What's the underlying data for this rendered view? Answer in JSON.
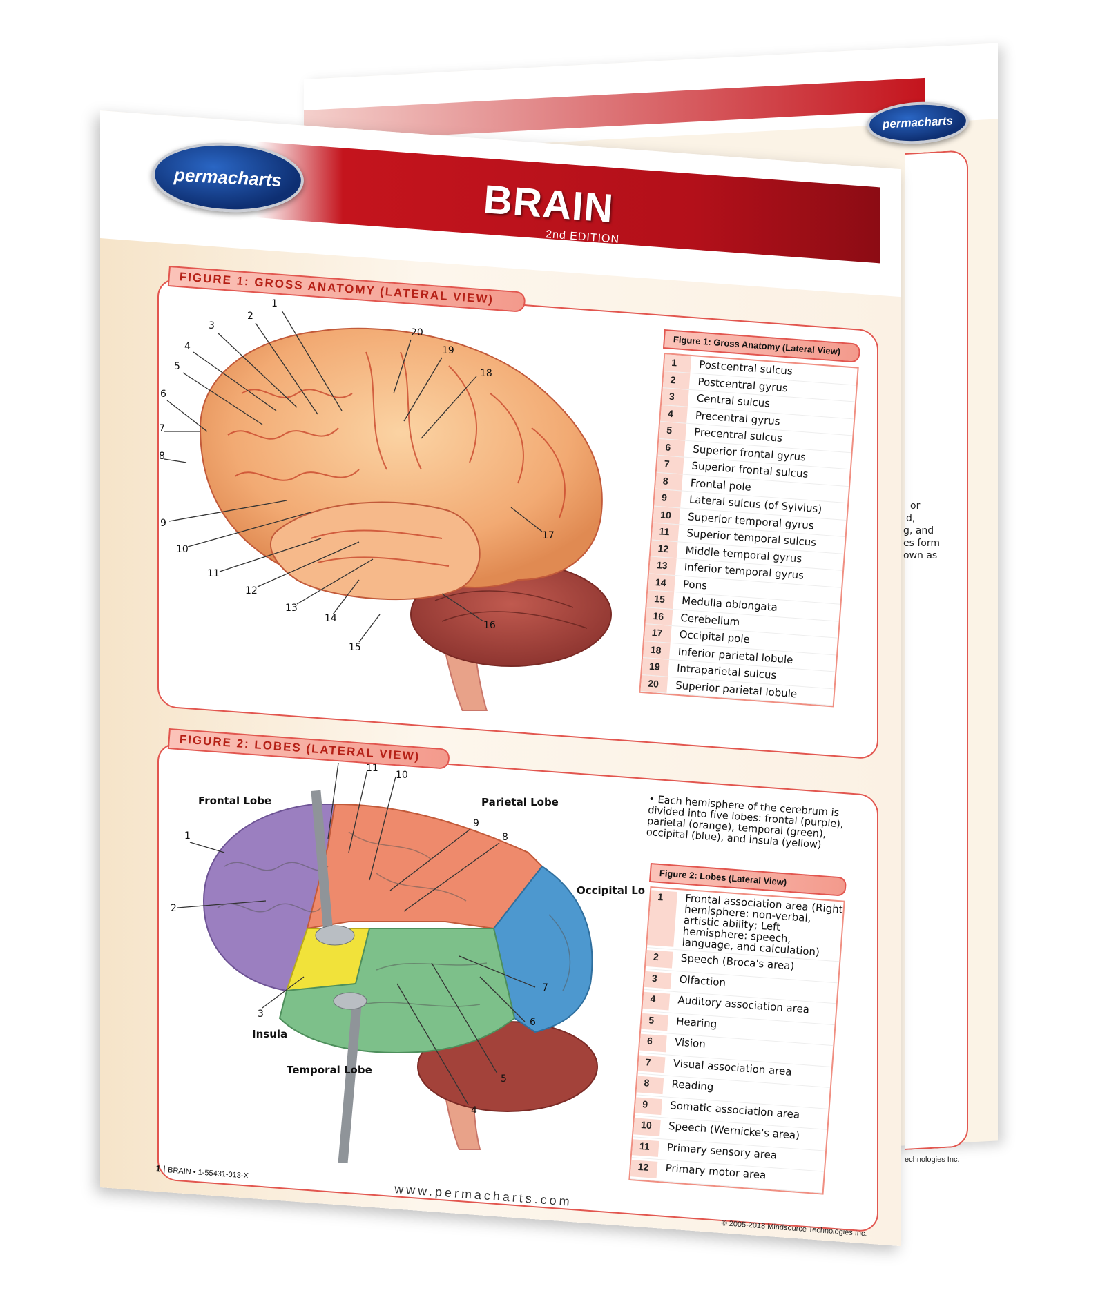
{
  "brand": {
    "logo_text": "permacharts"
  },
  "header": {
    "title": "BRAIN",
    "edition": "2nd EDITION"
  },
  "figure1": {
    "tab_label": "FIGURE 1: GROSS ANATOMY (LATERAL VIEW)",
    "legend_title": "Figure 1: Gross Anatomy (Lateral View)",
    "items": [
      {
        "num": "1",
        "label": "Postcentral sulcus"
      },
      {
        "num": "2",
        "label": "Postcentral gyrus"
      },
      {
        "num": "3",
        "label": "Central sulcus"
      },
      {
        "num": "4",
        "label": "Precentral gyrus"
      },
      {
        "num": "5",
        "label": "Precentral sulcus"
      },
      {
        "num": "6",
        "label": "Superior frontal gyrus"
      },
      {
        "num": "7",
        "label": "Superior frontal sulcus"
      },
      {
        "num": "8",
        "label": "Frontal pole"
      },
      {
        "num": "9",
        "label": "Lateral sulcus (of Sylvius)"
      },
      {
        "num": "10",
        "label": "Superior temporal gyrus"
      },
      {
        "num": "11",
        "label": "Superior temporal sulcus"
      },
      {
        "num": "12",
        "label": "Middle temporal gyrus"
      },
      {
        "num": "13",
        "label": "Inferior temporal gyrus"
      },
      {
        "num": "14",
        "label": "Pons"
      },
      {
        "num": "15",
        "label": "Medulla oblongata"
      },
      {
        "num": "16",
        "label": "Cerebellum"
      },
      {
        "num": "17",
        "label": "Occipital pole"
      },
      {
        "num": "18",
        "label": "Inferior parietal lobule"
      },
      {
        "num": "19",
        "label": "Intraparietal sulcus"
      },
      {
        "num": "20",
        "label": "Superior parietal lobule"
      }
    ]
  },
  "figure2": {
    "tab_label": "FIGURE 2: LOBES (LATERAL VIEW)",
    "legend_title": "Figure 2: Lobes (Lateral View)",
    "note": "• Each hemisphere of the cerebrum is divided into five lobes: frontal (purple), parietal (orange), temporal (green), occipital (blue), and insula (yellow)",
    "lobe_labels": {
      "frontal": "Frontal Lobe",
      "parietal": "Parietal Lobe",
      "occipital": "Occipital Lobe",
      "insula": "Insula",
      "temporal": "Temporal Lobe"
    },
    "items": [
      {
        "num": "1",
        "label": "Frontal association area (Right hemisphere: non-verbal, artistic ability; Left hemisphere: speech, language, and calculation)"
      },
      {
        "num": "2",
        "label": "Speech (Broca's area)"
      },
      {
        "num": "3",
        "label": "Olfaction"
      },
      {
        "num": "4",
        "label": "Auditory association area"
      },
      {
        "num": "5",
        "label": "Hearing"
      },
      {
        "num": "6",
        "label": "Vision"
      },
      {
        "num": "7",
        "label": "Visual association area"
      },
      {
        "num": "8",
        "label": "Reading"
      },
      {
        "num": "9",
        "label": "Somatic association area"
      },
      {
        "num": "10",
        "label": "Speech (Wernicke's area)"
      },
      {
        "num": "11",
        "label": "Primary sensory area"
      },
      {
        "num": "12",
        "label": "Primary motor area"
      }
    ]
  },
  "footer": {
    "page_number": "1",
    "product_code": "BRAIN • 1-55431-013-X",
    "website": "www.permacharts.com",
    "copyright": "© 2005-2018 Mindsource Technologies Inc."
  },
  "back_page": {
    "fragments": [
      "or",
      "d,",
      "g, and",
      "es form",
      "own as"
    ],
    "copyright_fragment": "echnologies Inc."
  },
  "colors": {
    "brand_red": "#c4141d",
    "accent_salmon": "#f39a8c",
    "frontal_lobe": "#9b7fc0",
    "parietal_lobe": "#ee8a6c",
    "temporal_lobe": "#7dc08a",
    "occipital_lobe": "#4d98cf",
    "insula": "#f1e23a"
  }
}
